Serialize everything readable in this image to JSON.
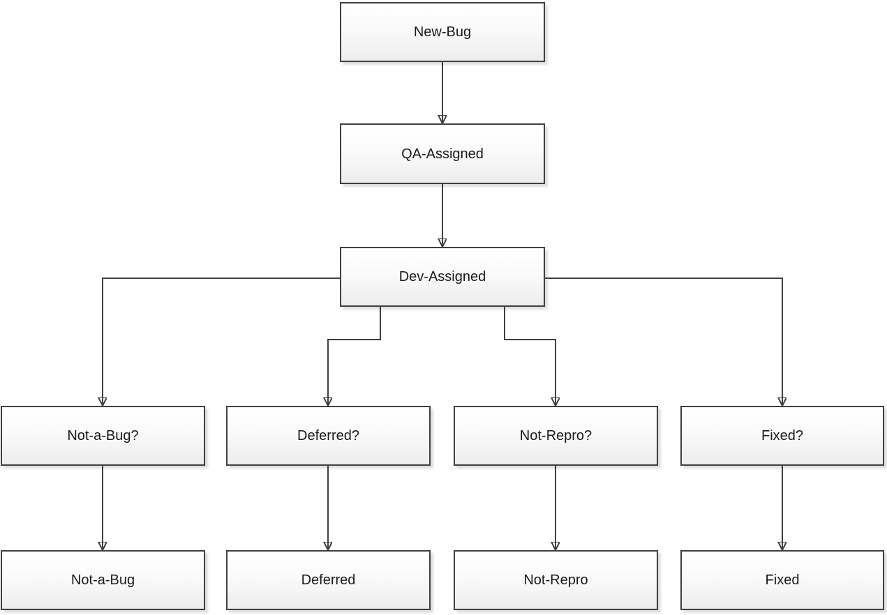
{
  "diagram": {
    "type": "flowchart",
    "background_color": "#ffffff",
    "connector_color": "#404040",
    "box_border_color": "#404040",
    "box_fill_top": "#ffffff",
    "box_fill_bottom": "#ededed",
    "text_color": "#1a1a1a"
  },
  "nodes": [
    {
      "id": "new-bug",
      "label": "New-Bug"
    },
    {
      "id": "qa-assigned",
      "label": "QA-Assigned"
    },
    {
      "id": "dev-assigned",
      "label": "Dev-Assigned"
    },
    {
      "id": "not-a-bug-q",
      "label": "Not-a-Bug?"
    },
    {
      "id": "deferred-q",
      "label": "Deferred?"
    },
    {
      "id": "not-repro-q",
      "label": "Not-Repro?"
    },
    {
      "id": "fixed-q",
      "label": "Fixed?"
    },
    {
      "id": "not-a-bug",
      "label": "Not-a-Bug"
    },
    {
      "id": "deferred",
      "label": "Deferred"
    },
    {
      "id": "not-repro",
      "label": "Not-Repro"
    },
    {
      "id": "fixed",
      "label": "Fixed"
    }
  ],
  "edges": [
    {
      "from": "new-bug",
      "to": "qa-assigned"
    },
    {
      "from": "qa-assigned",
      "to": "dev-assigned"
    },
    {
      "from": "dev-assigned",
      "to": "not-a-bug-q"
    },
    {
      "from": "dev-assigned",
      "to": "deferred-q"
    },
    {
      "from": "dev-assigned",
      "to": "not-repro-q"
    },
    {
      "from": "dev-assigned",
      "to": "fixed-q"
    },
    {
      "from": "not-a-bug-q",
      "to": "not-a-bug"
    },
    {
      "from": "deferred-q",
      "to": "deferred"
    },
    {
      "from": "not-repro-q",
      "to": "not-repro"
    },
    {
      "from": "fixed-q",
      "to": "fixed"
    }
  ]
}
